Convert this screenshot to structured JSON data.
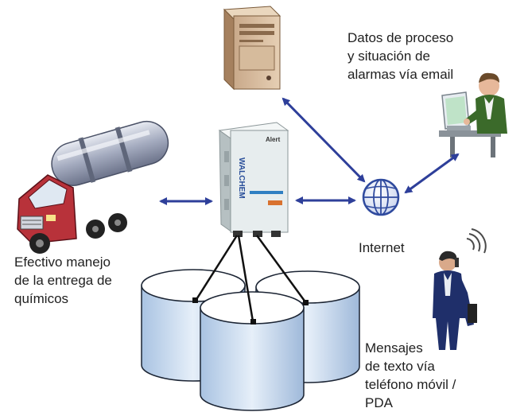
{
  "labels": {
    "email": [
      "Datos de proceso",
      "y situación de",
      "alarmas vía email"
    ],
    "truck": [
      "Efectivo manejo",
      "de la entrega de",
      "químicos"
    ],
    "internet": "Internet",
    "sms": [
      "Mensajes",
      "de texto vía",
      "teléfono móvil /",
      "PDA"
    ]
  },
  "controller": {
    "brand": "WALCHEM",
    "badge": "Alert"
  },
  "colors": {
    "arrow": "#2e3f9a",
    "tank_fill": "#cfe0f2",
    "tank_top": "#ffffff",
    "connector": "#111111",
    "label": "#1f1f1f",
    "truck_cab": "#b8323a",
    "truck_tank": "#aab0c4",
    "globe": "#2f4a9e"
  },
  "icons": [
    "server-tower-icon",
    "person-at-computer-icon",
    "fuel-truck-icon",
    "controller-box-icon",
    "internet-globe-icon",
    "person-on-phone-icon",
    "storage-tank-icon"
  ]
}
